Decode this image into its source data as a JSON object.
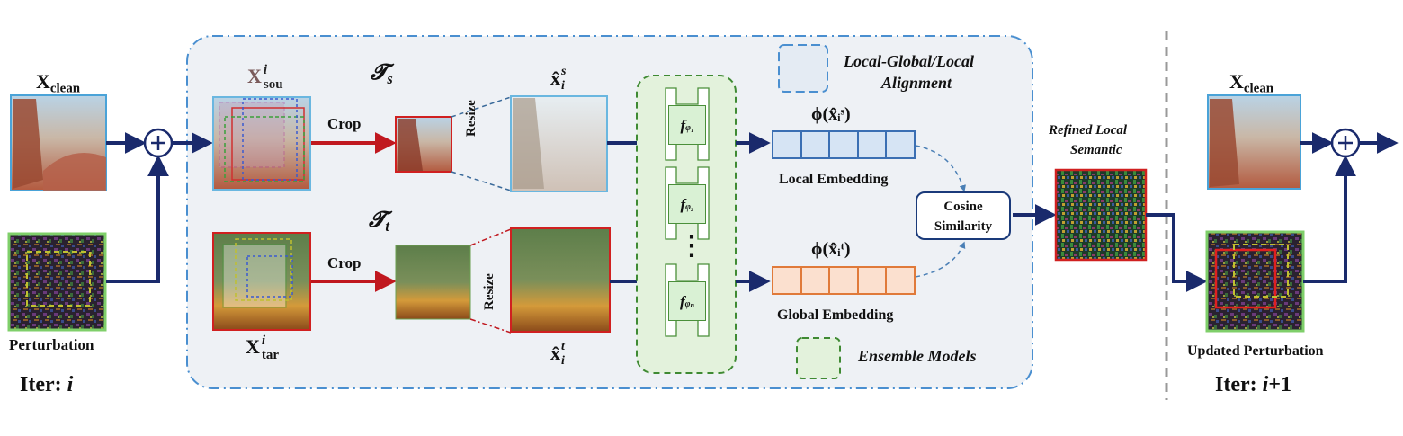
{
  "left": {
    "x_label_main": "X",
    "x_label_sub": "clean",
    "perturbation_label": "Perturbation",
    "iter_prefix": "Iter: ",
    "iter_value": "i"
  },
  "source_branch": {
    "x_main": "X",
    "x_sup": "i",
    "x_sub": "sou",
    "transform_main": "𝓣",
    "transform_sub": "s",
    "crop_label": "Crop",
    "resize_label": "Resize",
    "output_main": "x̂",
    "output_sub": "i",
    "output_sup": "s"
  },
  "target_branch": {
    "x_main": "X",
    "x_sup": "i",
    "x_sub": "tar",
    "transform_main": "𝓣",
    "transform_sub": "t",
    "crop_label": "Crop",
    "resize_label": "Resize",
    "output_main": "x̂",
    "output_sub": "i",
    "output_sup": "t"
  },
  "ensemble": {
    "models": [
      "f",
      "f",
      "f"
    ],
    "model_subs": [
      "φ₁",
      "φ₂",
      "φₙ"
    ],
    "dots": "⋮"
  },
  "embeddings": {
    "local_formula": "ϕ(x̂ᵢˢ)",
    "local_label": "Local  Embedding",
    "global_formula": "ϕ(x̂ᵢᵗ)",
    "global_label": "Global Embedding",
    "cosine_line1": "Cosine",
    "cosine_line2": "Similarity"
  },
  "legend": {
    "alignment_line1": "Local-Global/Local",
    "alignment_line2": "Alignment",
    "ensemble_label": "Ensemble Models"
  },
  "refined": {
    "line1": "Refined Local",
    "line2": "Semantic"
  },
  "right": {
    "x_label_main": "X",
    "x_label_sub": "clean",
    "updated_label": "Updated Perturbation",
    "iter_prefix": "Iter: ",
    "iter_value": "i",
    "iter_suffix": "+1"
  },
  "colors": {
    "arrow": "#1a2a6c",
    "red_arrow": "#c0181f",
    "dashed_frame": "#4a8fd0",
    "ensemble_green": "#3f8a33",
    "local_blue": "#3b6fb3",
    "global_orange": "#e07a3a"
  }
}
